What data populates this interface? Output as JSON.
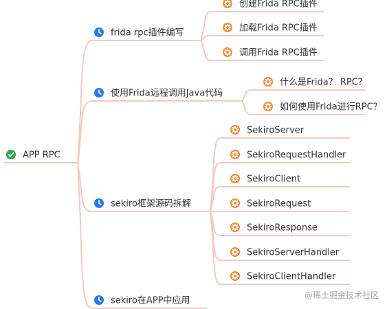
{
  "mindmap": {
    "root": {
      "label": "APP RPC",
      "icon": "check-circle-icon",
      "icon_color": "#2ba84a"
    },
    "branches": [
      {
        "label": "frida rpc插件编写",
        "icon": "clock-icon",
        "children": [
          "创建Frida RPC插件",
          "加载Frida RPC插件",
          "调用Frida RPC插件"
        ]
      },
      {
        "label": "使用Frida远程调用Java代码",
        "icon": "clock-icon",
        "children": [
          "什么是Frida？ RPC？",
          "如何使用Frida进行RPC？"
        ]
      },
      {
        "label": "sekiro框架源码拆解",
        "icon": "clock-icon",
        "children": [
          "SekiroServer",
          "SekiroRequestHandler",
          "SekiroClient",
          "SekiroRequest",
          "SekiroResponse",
          "SekiroServerHandler",
          "SekiroClientHandler"
        ]
      },
      {
        "label": "sekiro在APP中应用",
        "icon": "clock-icon",
        "children": []
      }
    ],
    "leaf_icon": "gear-icon",
    "colors": {
      "line": "#f3c9c3",
      "branch_icon": "#2d7be5",
      "leaf_icon": "#f08a3c",
      "text": "#333333"
    }
  },
  "watermark": "@稀土掘金技术社区"
}
